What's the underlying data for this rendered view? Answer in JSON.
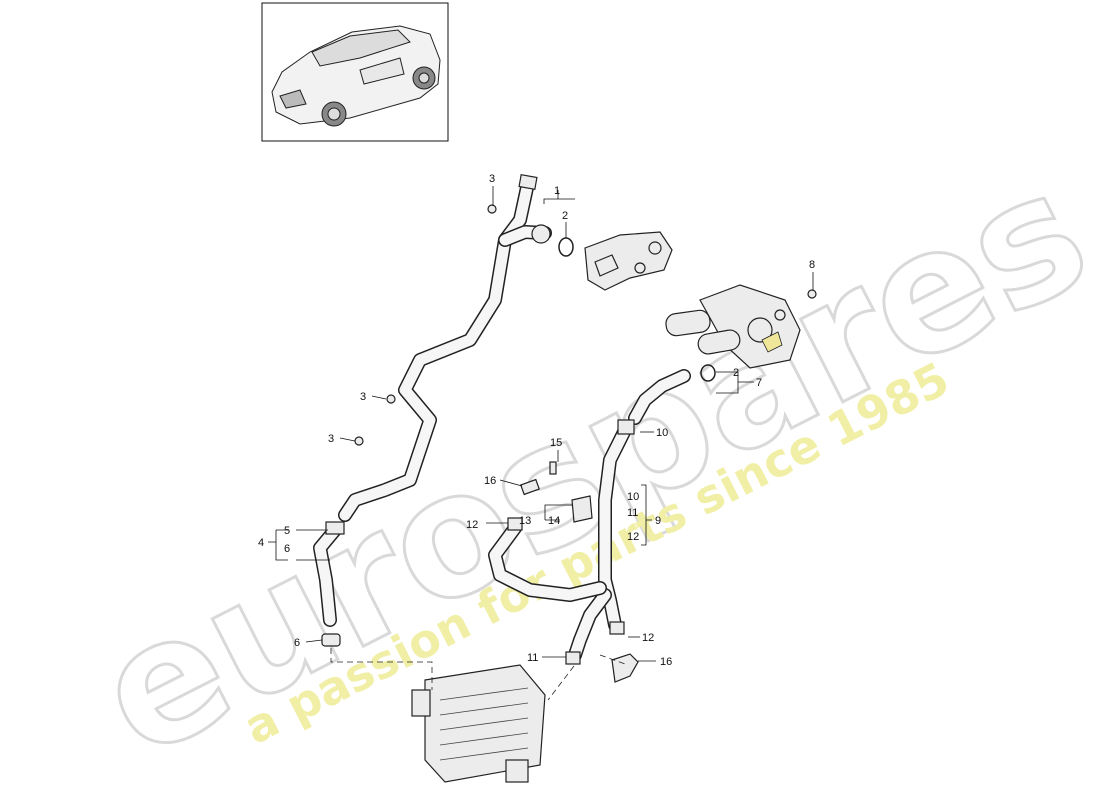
{
  "watermark": {
    "brand": "eurospares",
    "slogan": "a passion for parts since 1985"
  },
  "callouts": [
    {
      "id": "c1",
      "text": "1"
    },
    {
      "id": "c2a",
      "text": "2"
    },
    {
      "id": "c3a",
      "text": "3"
    },
    {
      "id": "c8",
      "text": "8"
    },
    {
      "id": "c2b",
      "text": "2"
    },
    {
      "id": "c7",
      "text": "7"
    },
    {
      "id": "c3b",
      "text": "3"
    },
    {
      "id": "c3c",
      "text": "3"
    },
    {
      "id": "c10a",
      "text": "10"
    },
    {
      "id": "c15",
      "text": "15"
    },
    {
      "id": "c16a",
      "text": "16"
    },
    {
      "id": "c10b",
      "text": "10"
    },
    {
      "id": "c11a",
      "text": "11"
    },
    {
      "id": "c9",
      "text": "9"
    },
    {
      "id": "c12a",
      "text": "12"
    },
    {
      "id": "c13",
      "text": "13"
    },
    {
      "id": "c14",
      "text": "14"
    },
    {
      "id": "c12b",
      "text": "12"
    },
    {
      "id": "c5",
      "text": "5"
    },
    {
      "id": "c4",
      "text": "4"
    },
    {
      "id": "c6a",
      "text": "6"
    },
    {
      "id": "c6b",
      "text": "6"
    },
    {
      "id": "c12c",
      "text": "12"
    },
    {
      "id": "c11b",
      "text": "11"
    },
    {
      "id": "c16b",
      "text": "16"
    }
  ],
  "colors": {
    "watermark_outline": "#d9d9d9",
    "slogan": "#f1efa6",
    "line": "#222222"
  }
}
